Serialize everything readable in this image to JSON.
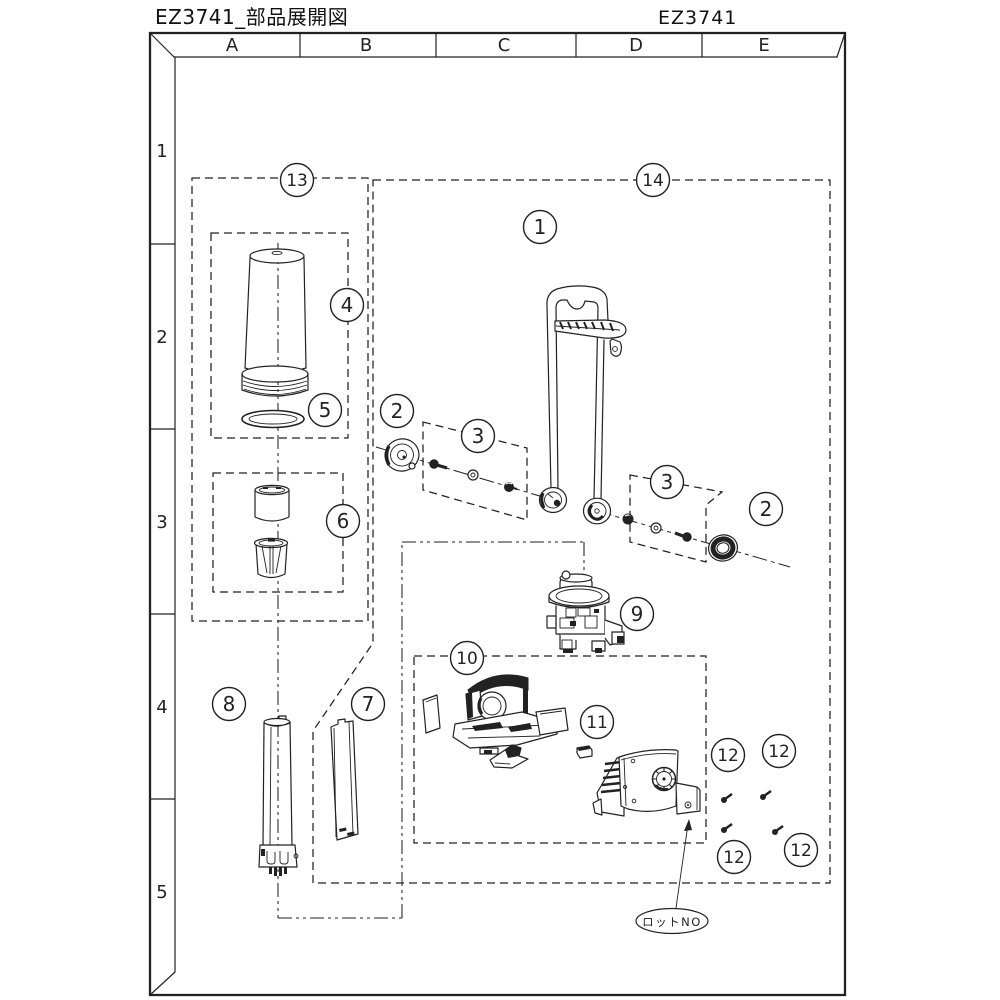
{
  "title": "EZ3741_部品展開図",
  "doc_number": "EZ3741",
  "grid": {
    "columns": [
      "A",
      "B",
      "C",
      "D",
      "E"
    ],
    "rows": [
      "1",
      "2",
      "3",
      "4",
      "5"
    ]
  },
  "balloons": [
    {
      "label": "1"
    },
    {
      "label": "2"
    },
    {
      "label": "3"
    },
    {
      "label": "3"
    },
    {
      "label": "2"
    },
    {
      "label": "4"
    },
    {
      "label": "5"
    },
    {
      "label": "6"
    },
    {
      "label": "7"
    },
    {
      "label": "8"
    },
    {
      "label": "9"
    },
    {
      "label": "10"
    },
    {
      "label": "11"
    },
    {
      "label": "12"
    },
    {
      "label": "12"
    },
    {
      "label": "12"
    },
    {
      "label": "12"
    },
    {
      "label": "13"
    },
    {
      "label": "14"
    }
  ],
  "lot_label": "ロットNO",
  "colors": {
    "line": "#222222",
    "background": "#ffffff"
  }
}
